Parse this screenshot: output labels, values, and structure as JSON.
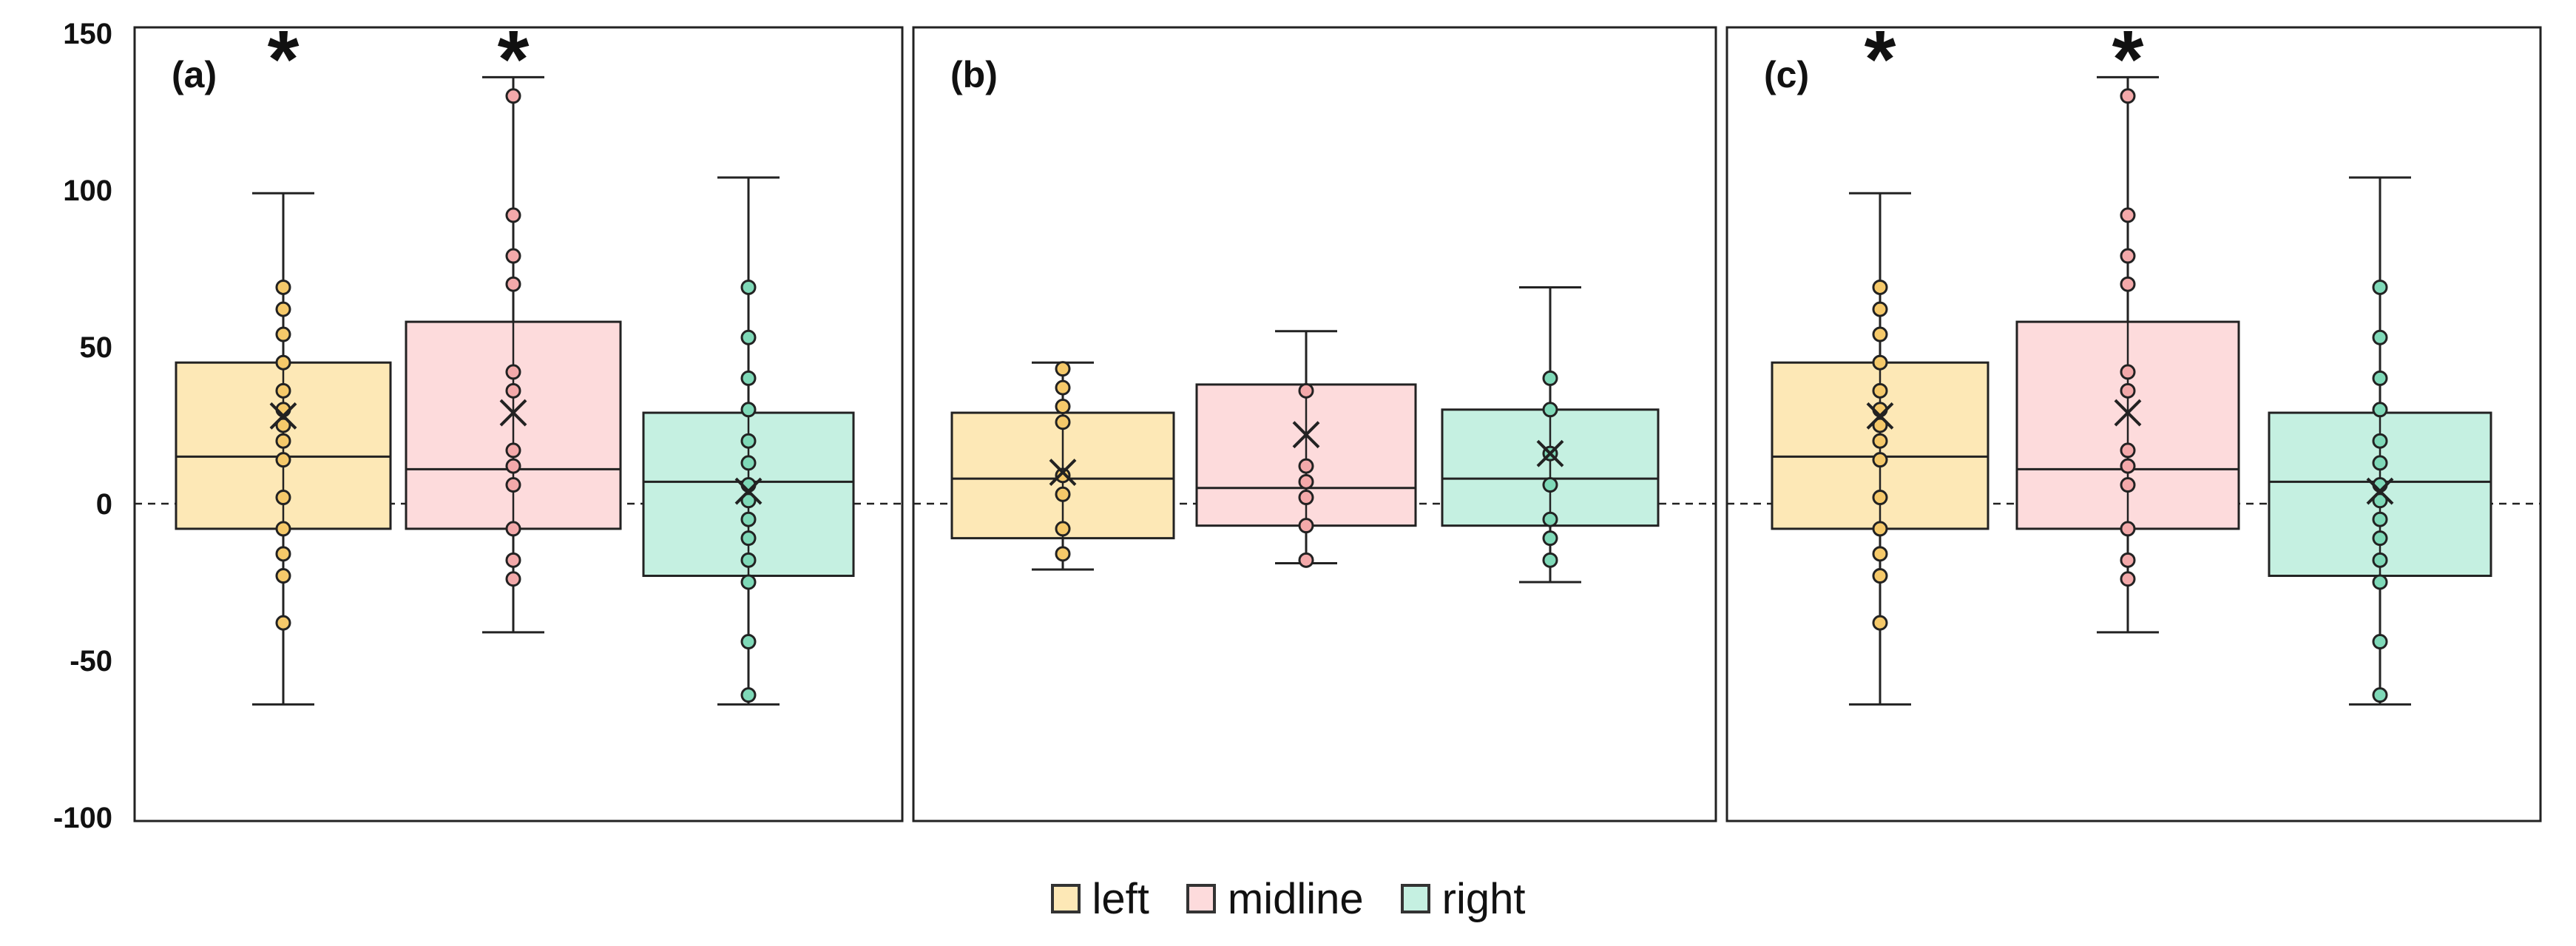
{
  "chart_data": {
    "type": "box",
    "y_ticks": [
      "150",
      "100",
      "50",
      "0",
      "-50",
      "-100"
    ],
    "ylim": [
      -100,
      150
    ],
    "grid": false,
    "reference_line": {
      "y": 0,
      "style": "dashed"
    },
    "legend": {
      "placement": "bottom-center",
      "entries": [
        {
          "name": "left",
          "color": "#fde8b6"
        },
        {
          "name": "midline",
          "color": "#fddbdc"
        },
        {
          "name": "right",
          "color": "#c5f0e1"
        }
      ]
    },
    "series_colors": {
      "left": "#fde8b6",
      "midline": "#fddbdc",
      "right": "#c5f0e1"
    },
    "dot_colors": {
      "left": "#f5c96a",
      "midline": "#f3a9aa",
      "right": "#7fd9b8"
    },
    "panels": [
      {
        "label": "(a)",
        "significance_marker": "*",
        "boxes": [
          {
            "group": "left",
            "significant": true,
            "whisker_low": -64,
            "q1": -8,
            "median": 15,
            "q3": 45,
            "whisker_high": 99,
            "mean": 28,
            "points": [
              69,
              62,
              54,
              45,
              36,
              30,
              25,
              20,
              14,
              2,
              -8,
              -16,
              -23,
              -38
            ]
          },
          {
            "group": "midline",
            "significant": true,
            "whisker_low": -41,
            "q1": -8,
            "median": 11,
            "q3": 58,
            "whisker_high": 136,
            "mean": 29,
            "points": [
              130,
              92,
              79,
              70,
              42,
              36,
              17,
              12,
              6,
              -8,
              -18,
              -24
            ]
          },
          {
            "group": "right",
            "significant": false,
            "whisker_low": -64,
            "q1": -23,
            "median": 7,
            "q3": 29,
            "whisker_high": 104,
            "mean": 4,
            "points": [
              69,
              53,
              40,
              30,
              20,
              13,
              6,
              1,
              -5,
              -11,
              -18,
              -25,
              -44,
              -61
            ]
          }
        ]
      },
      {
        "label": "(b)",
        "significance_marker": "",
        "boxes": [
          {
            "group": "left",
            "significant": false,
            "whisker_low": -21,
            "q1": -11,
            "median": 8,
            "q3": 29,
            "whisker_high": 45,
            "mean": 10,
            "points": [
              43,
              37,
              31,
              26,
              9,
              3,
              -8,
              -16
            ]
          },
          {
            "group": "midline",
            "significant": false,
            "whisker_low": -19,
            "q1": -7,
            "median": 5,
            "q3": 38,
            "whisker_high": 55,
            "mean": 22,
            "points": [
              36,
              12,
              7,
              2,
              -7,
              -18
            ]
          },
          {
            "group": "right",
            "significant": false,
            "whisker_low": -25,
            "q1": -7,
            "median": 8,
            "q3": 30,
            "whisker_high": 69,
            "mean": 16,
            "points": [
              40,
              30,
              16,
              6,
              -5,
              -11,
              -18
            ]
          }
        ]
      },
      {
        "label": "(c)",
        "significance_marker": "*",
        "boxes": [
          {
            "group": "left",
            "significant": true,
            "whisker_low": -64,
            "q1": -8,
            "median": 15,
            "q3": 45,
            "whisker_high": 99,
            "mean": 28,
            "points": [
              69,
              62,
              54,
              45,
              36,
              30,
              25,
              20,
              14,
              2,
              -8,
              -16,
              -23,
              -38
            ]
          },
          {
            "group": "midline",
            "significant": true,
            "whisker_low": -41,
            "q1": -8,
            "median": 11,
            "q3": 58,
            "whisker_high": 136,
            "mean": 29,
            "points": [
              130,
              92,
              79,
              70,
              42,
              36,
              17,
              12,
              6,
              -8,
              -18,
              -24
            ]
          },
          {
            "group": "right",
            "significant": false,
            "whisker_low": -64,
            "q1": -23,
            "median": 7,
            "q3": 29,
            "whisker_high": 104,
            "mean": 4,
            "points": [
              69,
              53,
              40,
              30,
              20,
              13,
              6,
              1,
              -5,
              -11,
              -18,
              -25,
              -44,
              -61
            ]
          }
        ]
      }
    ]
  }
}
